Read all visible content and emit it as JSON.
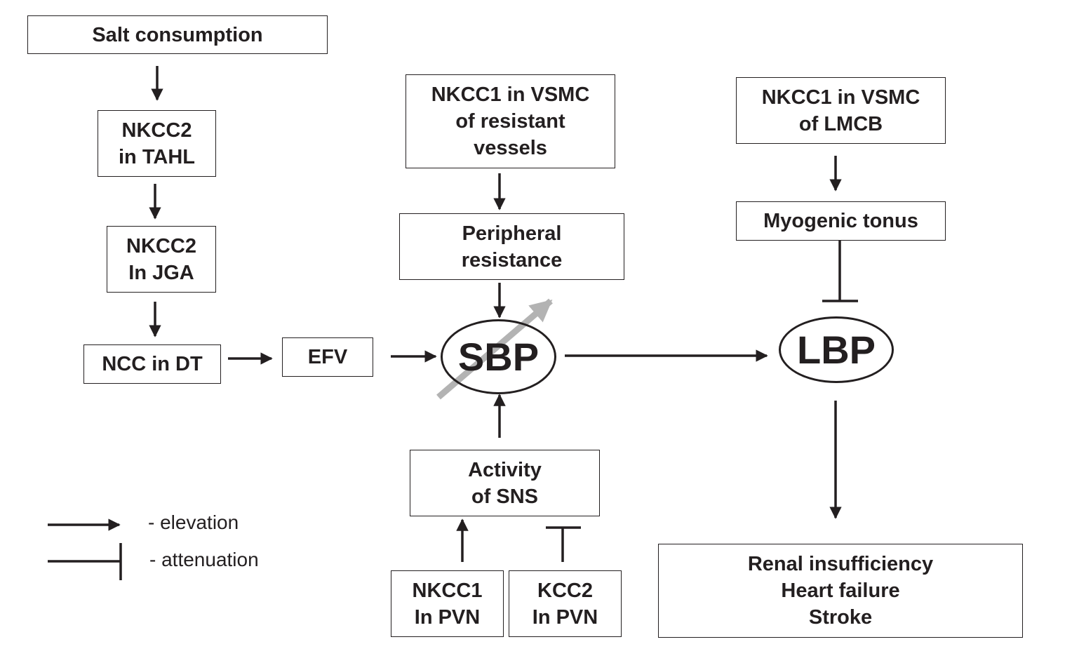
{
  "nodes": {
    "salt": "Salt consumption",
    "nkcc2_tahl": "NKCC2\nin TAHL",
    "nkcc2_jga": "NKCC2\nIn JGA",
    "ncc_dt": "NCC in DT",
    "efv": "EFV",
    "nkcc1_vsmc_resistant": "NKCC1 in VSMC\nof resistant\nvessels",
    "peripheral_resistance": "Peripheral\nresistance",
    "sbp": "SBP",
    "activity_sns": "Activity\nof SNS",
    "nkcc1_pvn": "NKCC1\nIn PVN",
    "kcc2_pvn": "KCC2\nIn PVN",
    "nkcc1_vsmc_lmcb": "NKCC1 in VSMC\nof LMCB",
    "myogenic_tonus": "Myogenic tonus",
    "lbp": "LBP",
    "outcomes": "Renal insufficiency\nHeart failure\nStroke"
  },
  "legend": {
    "elevation": "- elevation",
    "attenuation": "- attenuation"
  },
  "colors": {
    "ink": "#231f20",
    "highlight_arrow": "#b3b3b3"
  }
}
